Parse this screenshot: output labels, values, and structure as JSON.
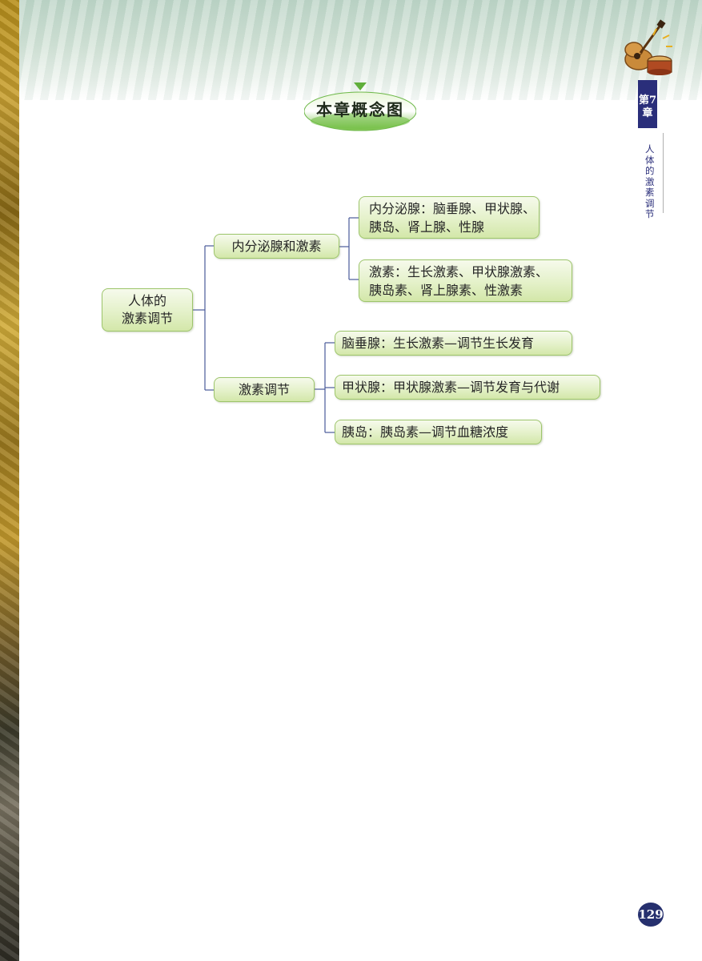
{
  "header": {
    "title": "本章概念图",
    "chapter_tab": "第7章",
    "chapter_title": "人体的激素调节"
  },
  "concept_map": {
    "root": {
      "line1": "人体的",
      "line2": "激素调节"
    },
    "branches": [
      {
        "label": "内分泌腺和激素",
        "items": [
          {
            "line1": "内分泌腺：脑垂腺、甲状腺、",
            "line2": "胰岛、肾上腺、性腺"
          },
          {
            "line1": "激素：生长激素、甲状腺激素、",
            "line2": "胰岛素、肾上腺素、性激素"
          }
        ]
      },
      {
        "label": "激素调节",
        "items": [
          {
            "text": "脑垂腺：生长激素—调节生长发育"
          },
          {
            "text": "甲状腺：甲状腺激素—调节发育与代谢"
          },
          {
            "text": "胰岛：胰岛素—调节血糖浓度"
          }
        ]
      }
    ]
  },
  "page_number": "129",
  "colors": {
    "node_fill": "#e4f1c9",
    "node_border": "#9dc56b",
    "connector": "#4a5a9a",
    "tab": "#2a2e7a"
  }
}
